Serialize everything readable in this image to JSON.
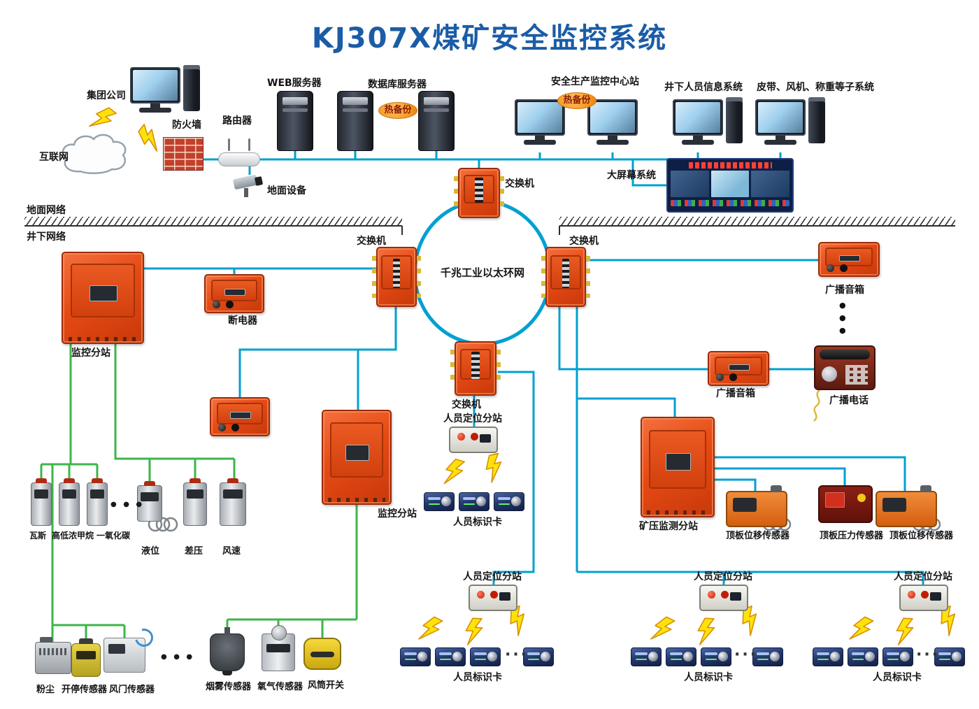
{
  "title": "KJ307X煤矿安全监控系统",
  "colors": {
    "title_blue": "#1b5ca6",
    "line_blue": "#00a0d2",
    "line_green": "#3cb54a",
    "device_red": "#e64a14",
    "backup_orange": "#f7941d"
  },
  "ground": {
    "group_company": "集团公司",
    "internet": "互联网",
    "firewall": "防火墙",
    "router": "路由器",
    "web_server": "WEB服务器",
    "db_server": "数据库服务器",
    "hot_backup": "热备份",
    "center_station": "安全生产监控中心站",
    "personnel_info_system": "井下人员信息系统",
    "subsystems": "皮带、风机、称重等子系统",
    "ground_device": "地面设备",
    "big_screen": "大屏幕系统",
    "ground_network": "地面网络"
  },
  "network": {
    "switch": "交换机",
    "ring": "千兆工业以太环网",
    "underground_network": "井下网络"
  },
  "underground": {
    "monitor_substation": "监控分站",
    "breaker": "断电器",
    "mine_pressure_substation": "矿压监测分站",
    "personnel_substation": "人员定位分站",
    "personnel_card": "人员标识卡",
    "broadcast_speaker": "广播音箱",
    "broadcast_phone": "广播电话"
  },
  "sensors": {
    "gas": "瓦斯",
    "methane": "高低浓甲烷",
    "co": "一氧化碳",
    "level": "液位",
    "diff_pressure": "差压",
    "wind_speed": "风速",
    "dust": "粉尘",
    "onoff": "开停传感器",
    "damper": "风门传感器",
    "smoke": "烟雾传感器",
    "oxygen": "氧气传感器",
    "duct_switch": "风筒开关",
    "roof_displacement": "顶板位移传感器",
    "roof_pressure": "顶板压力传感器"
  },
  "misc": {
    "hdots": "● ● ●",
    "cdots": "···",
    "vdot": "●"
  }
}
